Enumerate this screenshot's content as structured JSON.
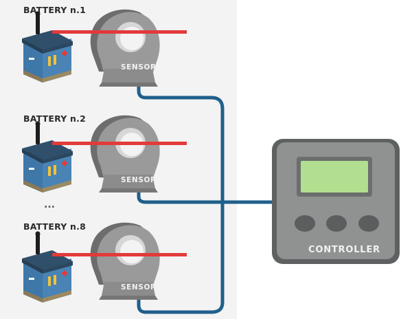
{
  "labels": {
    "battery_1": "BATTERY n.1",
    "battery_2": "BATTERY n.2",
    "battery_8": "BATTERY n.8",
    "ellipsis": "...",
    "sensor": "SENSOR",
    "controller": "CONTROLLER"
  },
  "colors": {
    "panel_bg": "#f3f3f3",
    "cable_red": "#e23a3a",
    "cable_blue": "#1f5f8b",
    "sensor_gray": "#8e8e8e",
    "controller_gray": "#8f9291",
    "screen_green": "#b2df8f",
    "battery_blue": "#4f86b4"
  }
}
